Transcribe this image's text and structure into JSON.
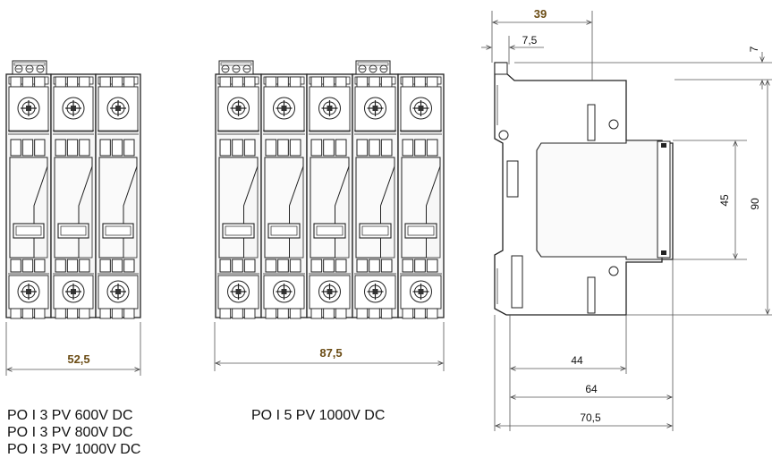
{
  "dimensions": {
    "three_pole_width": "52,5",
    "five_pole_width": "87,5",
    "side_total_width": "39",
    "side_offset": "7,5",
    "top_offset": "7",
    "front_height": "45",
    "total_height": "90",
    "depth_44": "44",
    "depth_64": "64",
    "depth_70_5": "70,5"
  },
  "models": {
    "three_pole": [
      "PO I 3 PV 600V DC",
      "PO I 3 PV 800V DC",
      "PO I 3 PV 1000V DC"
    ],
    "five_pole": [
      "PO I 5 PV 1000V DC"
    ]
  },
  "colors": {
    "line": "#222222",
    "body_fill": "#f7f7f7",
    "accent_dim_text": "#6b4c14",
    "dimension_line": "#555555"
  }
}
